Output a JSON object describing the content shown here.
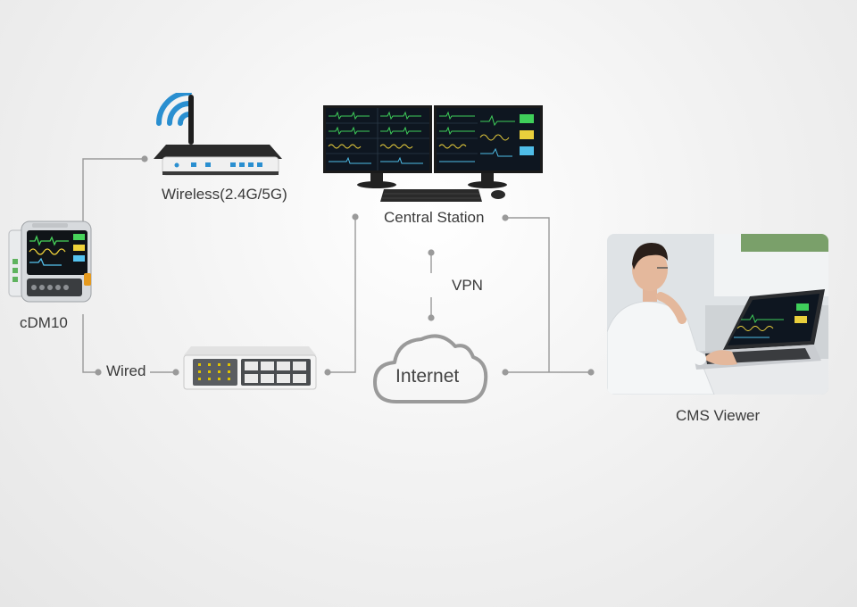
{
  "nodes": {
    "monitor": {
      "label": "cDM10"
    },
    "router": {
      "label": "Wireless(2.4G/5G)"
    },
    "wired": {
      "label": "Wired"
    },
    "central_station": {
      "label": "Central Station"
    },
    "vpn": {
      "label": "VPN"
    },
    "internet": {
      "label": "Internet"
    },
    "cms_viewer": {
      "label": "CMS Viewer"
    }
  },
  "colors": {
    "connector": "#9a9a9a",
    "wifi": "#2a8fd0",
    "led": "#e0c400"
  },
  "icons": [
    "patient-monitor-icon",
    "router-icon",
    "wifi-icon",
    "network-switch-icon",
    "dual-monitor-icon",
    "keyboard-icon",
    "mouse-icon",
    "cloud-icon",
    "laptop-photo-icon"
  ]
}
